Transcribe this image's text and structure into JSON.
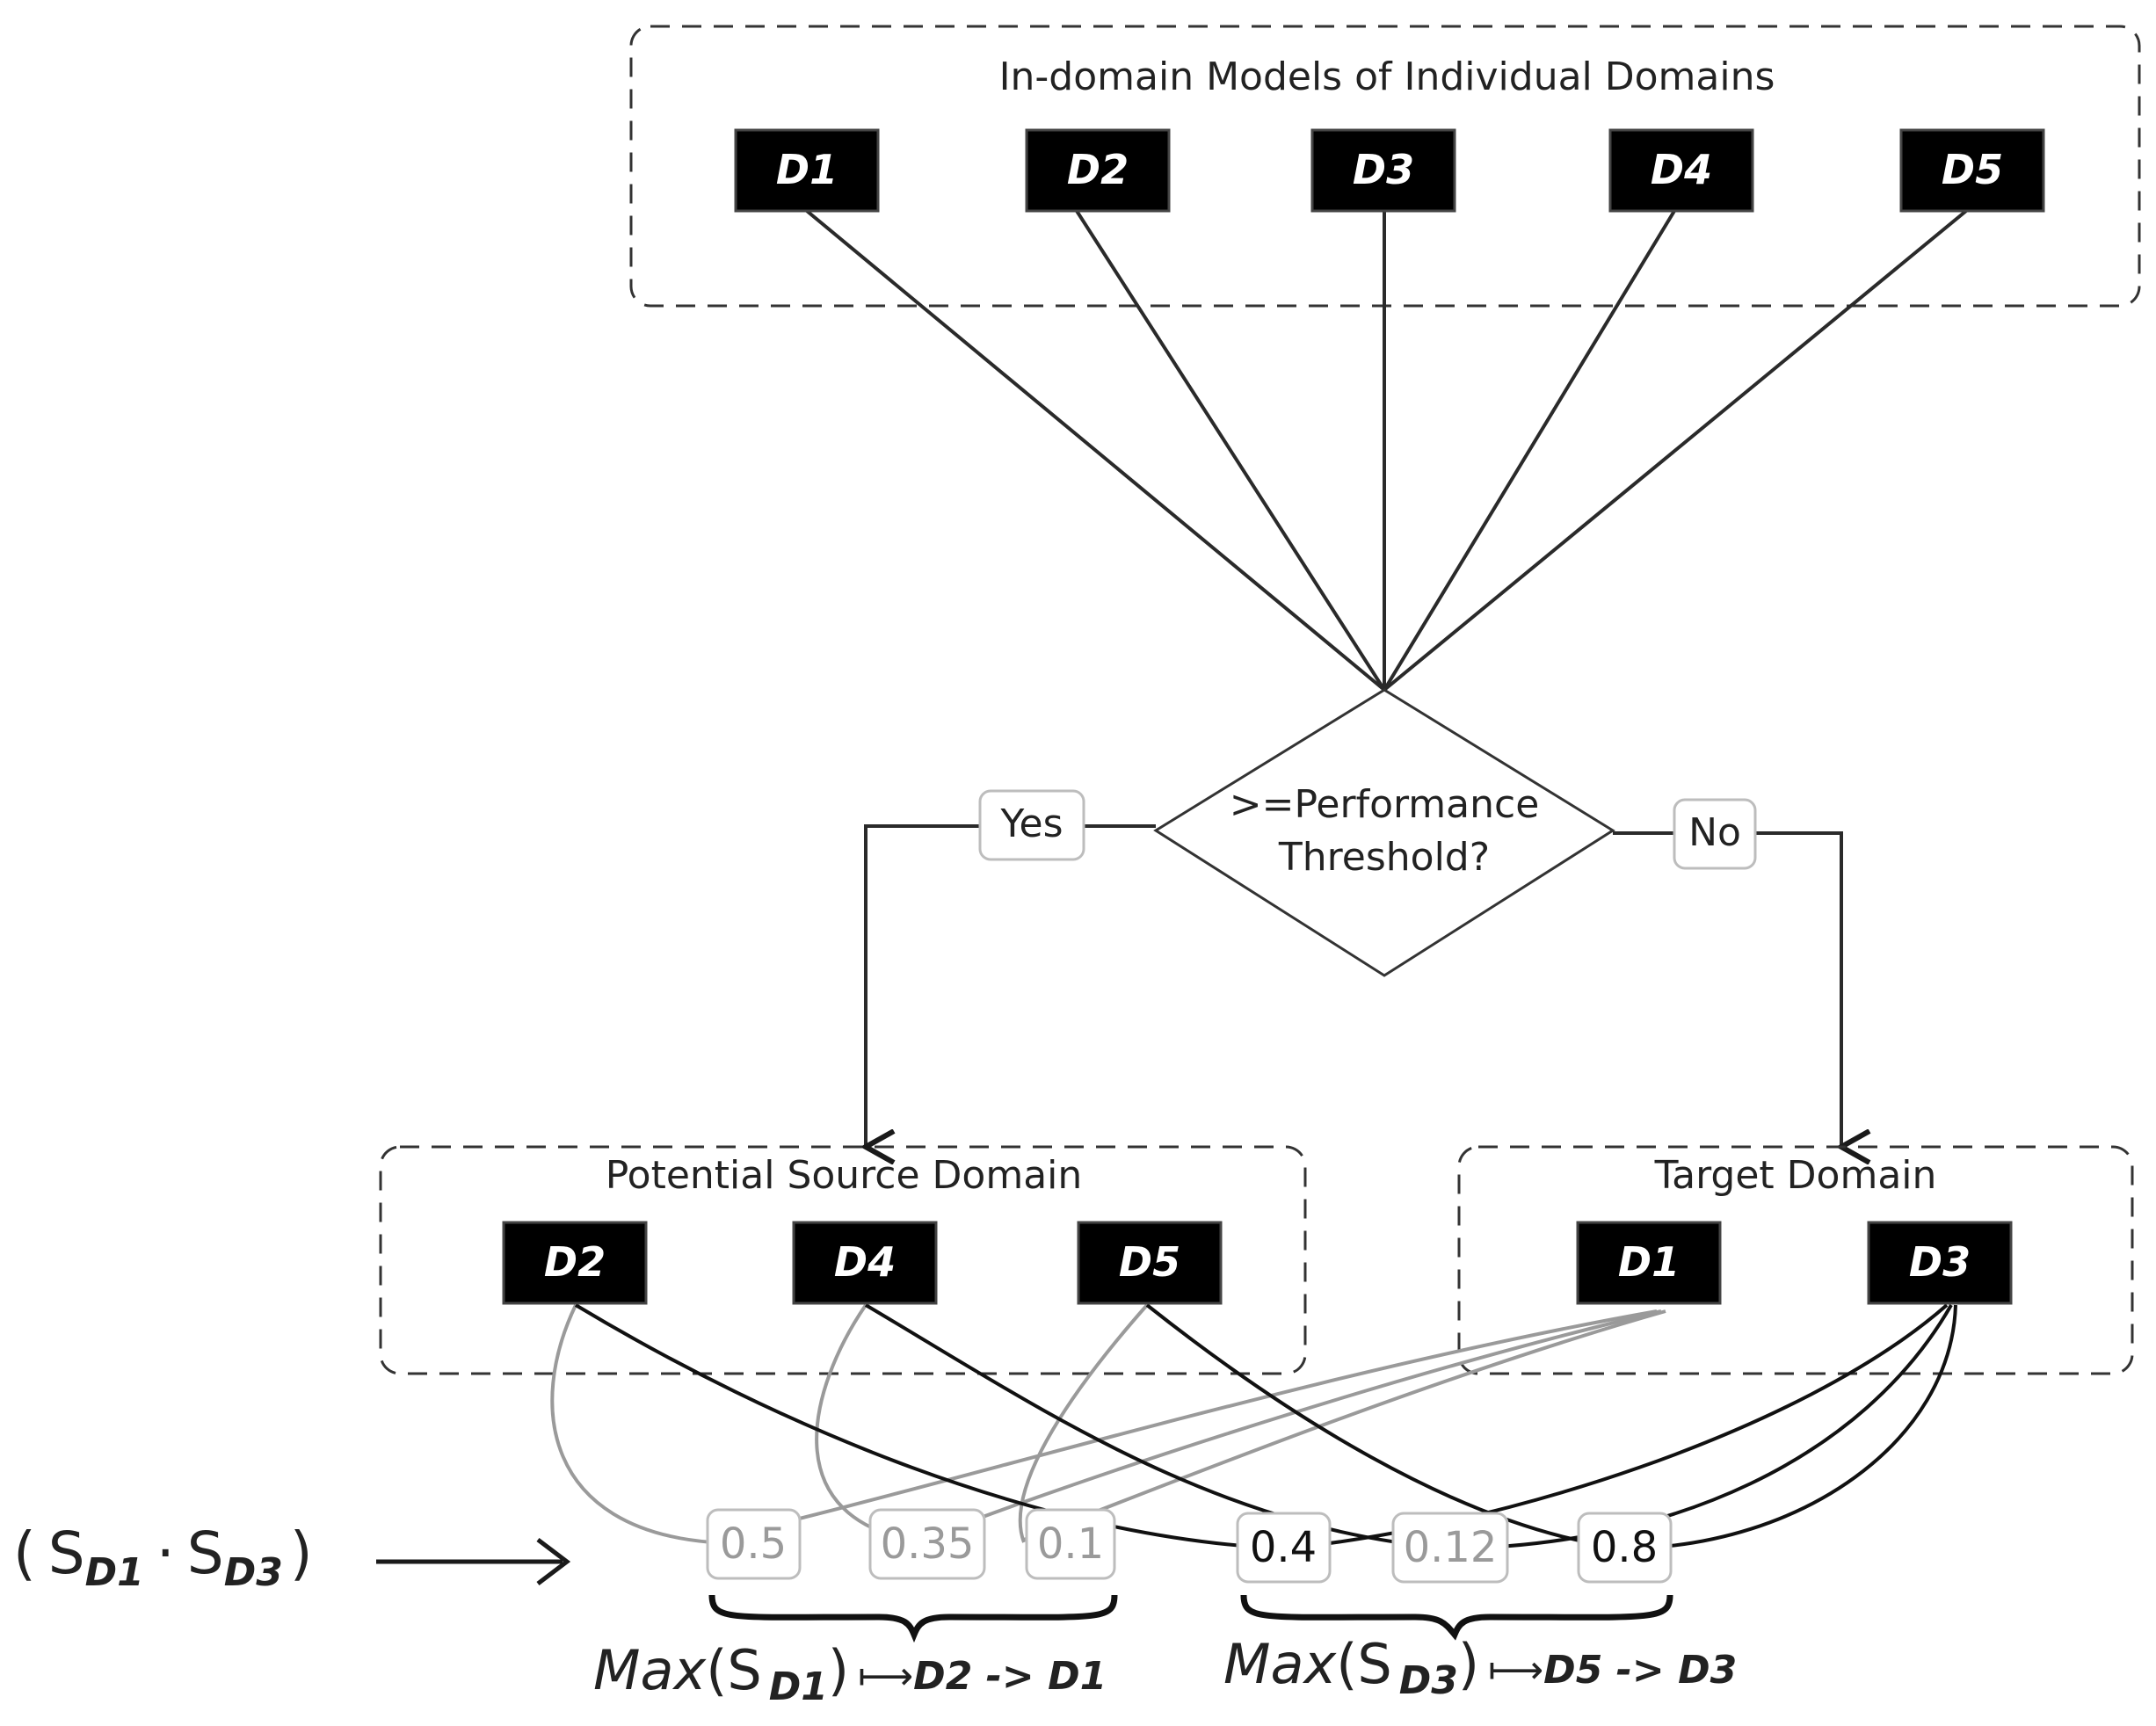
{
  "top_group": {
    "title": "In-domain Models of Individual Domains",
    "domains": [
      "D1",
      "D2",
      "D3",
      "D4",
      "D5"
    ]
  },
  "decision": {
    "line1": ">=Performance",
    "line2": "Threshold?",
    "yes_label": "Yes",
    "no_label": "No"
  },
  "source_group": {
    "title": "Potential Source Domain",
    "domains": [
      "D2",
      "D4",
      "D5"
    ]
  },
  "target_group": {
    "title": "Target Domain",
    "domains": [
      "D1",
      "D3"
    ]
  },
  "scores_d1": [
    "0.5",
    "0.35",
    "0.1"
  ],
  "scores_d3": [
    "0.4",
    "0.12",
    "0.8"
  ],
  "pair_label": {
    "open": "(",
    "s1": "S",
    "s1_sub": "D1",
    "sep": "·",
    "s2": "S",
    "s2_sub": "D3",
    "close": ")"
  },
  "max_d1": {
    "max": "Max",
    "open": "(",
    "s": "S",
    "sub": "D1",
    "close": ")",
    "arrow": "⟼",
    "result": "D2 -> D1"
  },
  "max_d3": {
    "max": "Max",
    "open": "(",
    "s": "S",
    "sub": "D3",
    "close": ")",
    "arrow": "⟼",
    "result": "D5 -> D3"
  },
  "colors": {
    "box_fill": "#000000",
    "line_dark": "#1a1a1a",
    "line_gray": "#9a9a9a",
    "dashed_border": "#333333"
  }
}
